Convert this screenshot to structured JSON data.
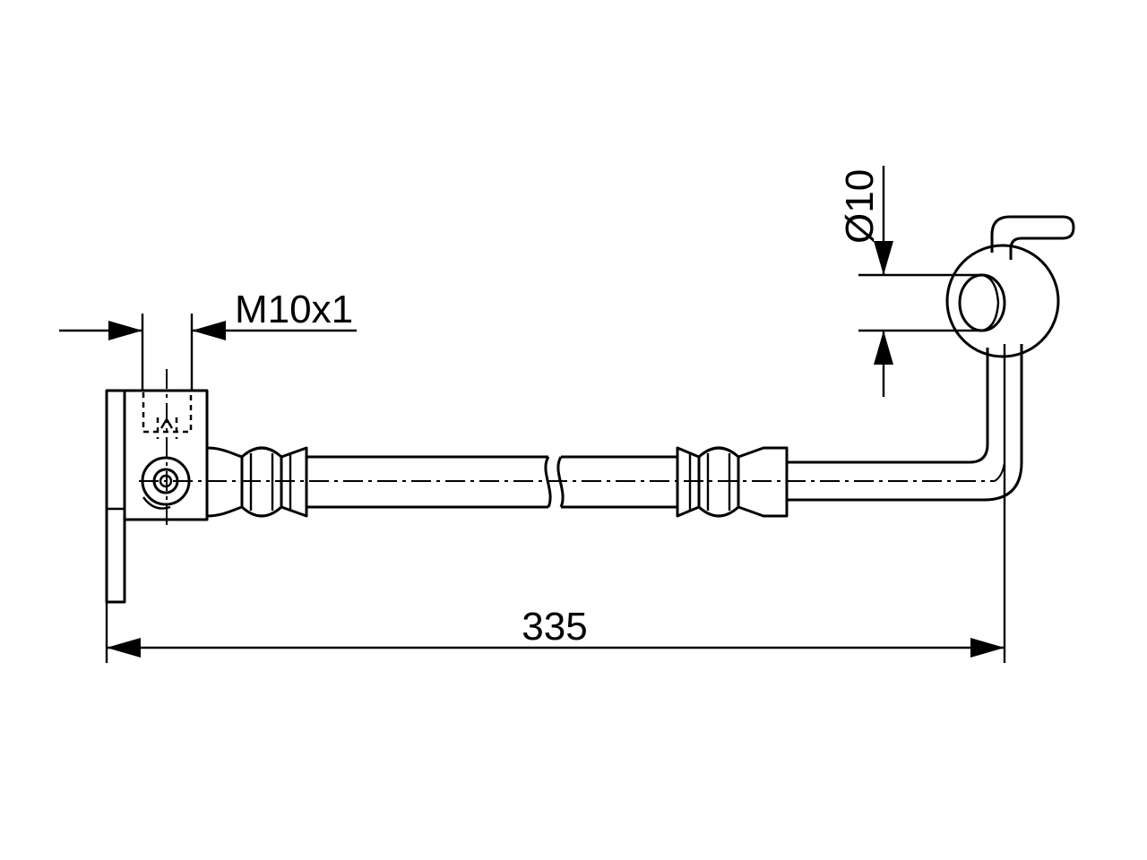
{
  "drawing": {
    "dimensions": {
      "thread": "M10x1",
      "eye_diameter": "Ø10",
      "overall_length": "335"
    }
  }
}
